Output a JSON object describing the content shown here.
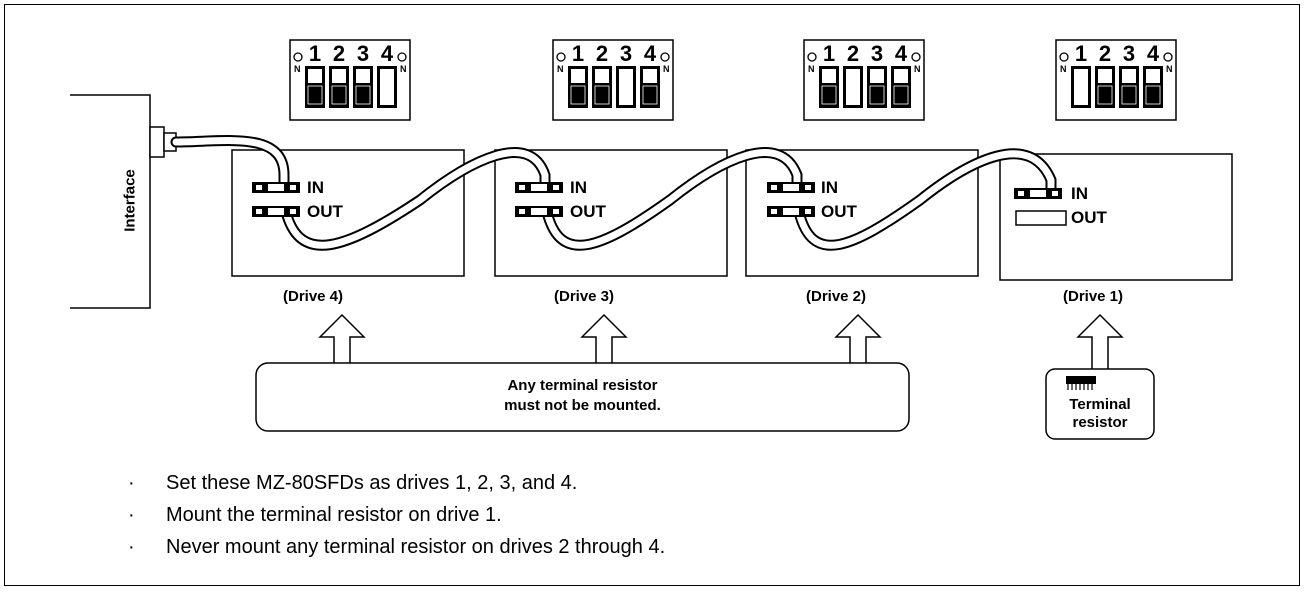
{
  "interface_label": "Interface",
  "drives": [
    {
      "caption": "(Drive 4)",
      "switch_on": [
        1,
        2,
        3
      ],
      "in_label": "IN",
      "out_label": "OUT",
      "terminal": false
    },
    {
      "caption": "(Drive 3)",
      "switch_on": [
        1,
        2,
        4
      ],
      "in_label": "IN",
      "out_label": "OUT",
      "terminal": false
    },
    {
      "caption": "(Drive 2)",
      "switch_on": [
        1,
        3,
        4
      ],
      "in_label": "IN",
      "out_label": "OUT",
      "terminal": false
    },
    {
      "caption": "(Drive 1)",
      "switch_on": [
        2,
        3,
        4
      ],
      "in_label": "IN",
      "out_label": "OUT",
      "terminal": true
    }
  ],
  "switch_numbers": [
    "1",
    "2",
    "3",
    "4"
  ],
  "switch_side_mark": "N",
  "callout_no_resistor": {
    "line1": "Any terminal resistor",
    "line2": "must not be mounted."
  },
  "callout_resistor": {
    "line1": "Terminal",
    "line2": "resistor"
  },
  "notes": [
    "Set these MZ-80SFDs as drives 1, 2, 3, and 4.",
    "Mount the terminal resistor on drive 1.",
    "Never mount any terminal resistor on drives 2 through 4."
  ],
  "bullet_char": "·"
}
